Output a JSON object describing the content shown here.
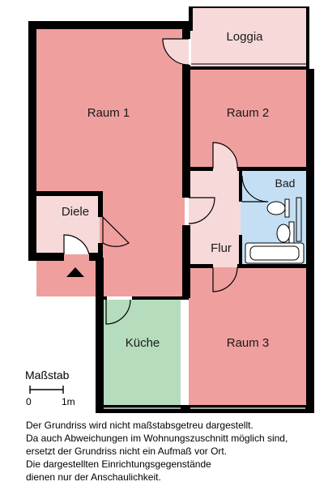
{
  "rooms": {
    "loggia": "Loggia",
    "raum1": "Raum 1",
    "raum2": "Raum 2",
    "raum3": "Raum 3",
    "diele": "Diele",
    "flur": "Flur",
    "bad": "Bad",
    "kueche": "Küche"
  },
  "colors": {
    "living": "#f09f9f",
    "circulation": "#f7d9d9",
    "bath": "#c4dff4",
    "kitchen": "#b5dcbd",
    "wall": "#000000"
  },
  "scale": {
    "title": "Maßstab",
    "start": "0",
    "end": "1m"
  },
  "disclaimer": [
    "Der Grundriss wird nicht maßstabsgetreu dargestellt.",
    "Da auch Abweichungen im Wohnungszuschnitt möglich sind,",
    "ersetzt der Grundriss nicht ein Aufmaß vor Ort.",
    "Die dargestellten Einrichtungsgegenstände",
    "dienen nur der Anschaulichkeit."
  ]
}
